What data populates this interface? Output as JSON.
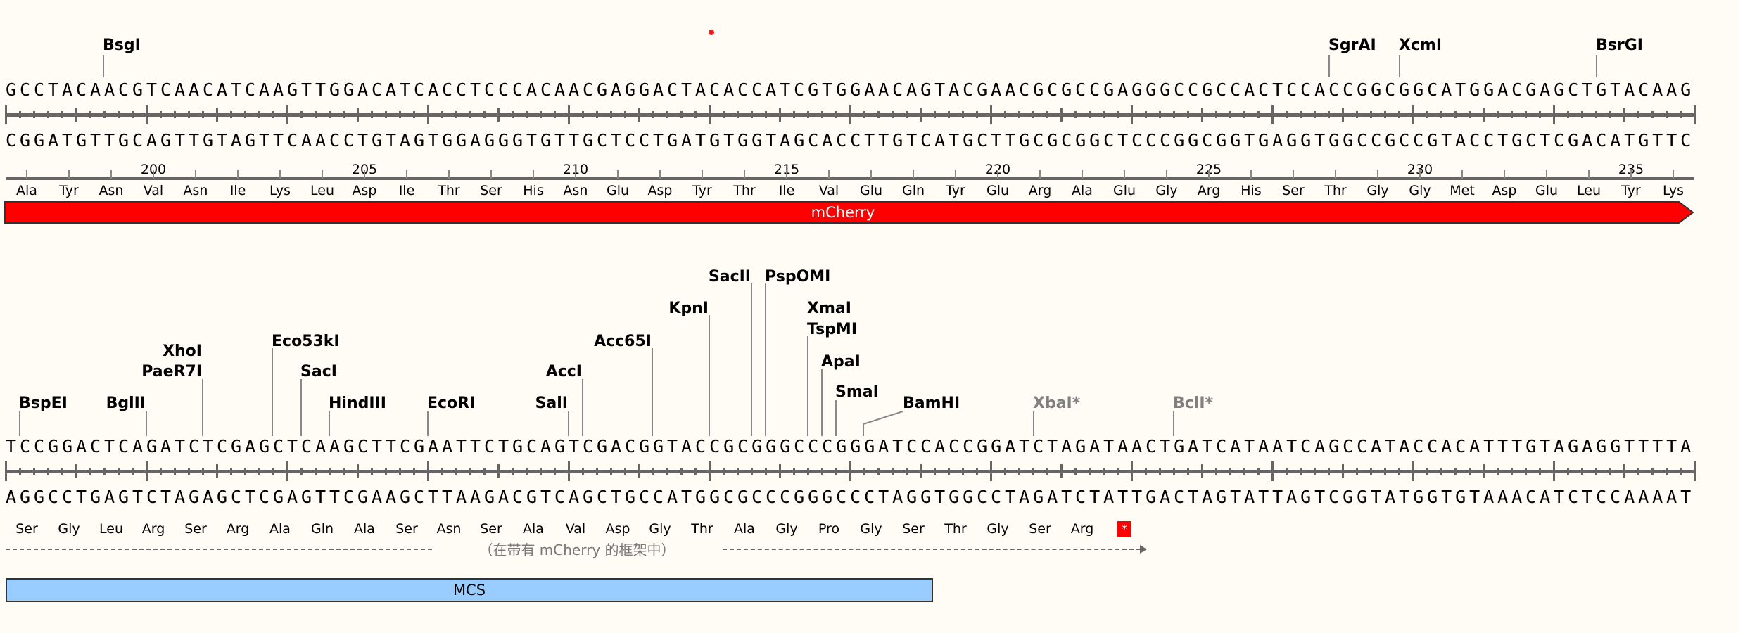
{
  "colors": {
    "background": "#fffcf5",
    "mcherry": "#ff0000",
    "mcs": "#99ccff",
    "stop": "#ff0000",
    "dot": "#e82020"
  },
  "row1": {
    "top_enzymes": [
      "BsgI",
      "SgrAI",
      "XcmI",
      "BsrGI"
    ],
    "sequence": "GCCTACAACGTCAACATCAAGTTGGACATCACCTCCCACAACGAGGACTACACCATCGTGGAACAGTACGAACGCGCCGAGGGCCGCCACTCCACCGGCGGCATGGACGAGCTGTACAAG",
    "complement": "CGGATGTTGCAGTTGTAGTTCAACCTGTAGTGGAGGGTGTTGCTCCTGATGTGGTAGCACCTTGTCATGCTTGCGCGGCTCCCGGCGGTGAGGTGGCCGCCGTACCTGCTCGACATGTTC",
    "aa_numbers": [
      "200",
      "205",
      "210",
      "215",
      "220",
      "225",
      "230",
      "235"
    ],
    "amino_acids": [
      "Ala",
      "Tyr",
      "Asn",
      "Val",
      "Asn",
      "Ile",
      "Lys",
      "Leu",
      "Asp",
      "Ile",
      "Thr",
      "Ser",
      "His",
      "Asn",
      "Glu",
      "Asp",
      "Tyr",
      "Thr",
      "Ile",
      "Val",
      "Glu",
      "Gln",
      "Tyr",
      "Glu",
      "Arg",
      "Ala",
      "Glu",
      "Gly",
      "Arg",
      "His",
      "Ser",
      "Thr",
      "Gly",
      "Gly",
      "Met",
      "Asp",
      "Glu",
      "Leu",
      "Tyr",
      "Lys"
    ],
    "feature_label": "mCherry"
  },
  "row2": {
    "enzymes": [
      "BspEI",
      "BglII",
      "PaeR7I",
      "XhoI",
      "Eco53kI",
      "SacI",
      "HindIII",
      "EcoRI",
      "SalI",
      "AccI",
      "Acc65I",
      "KpnI",
      "SacII",
      "PspOMI",
      "XmaI",
      "TspMI",
      "ApaI",
      "SmaI",
      "BamHI",
      "XbaI*",
      "BclI*"
    ],
    "sequence": "TCCGGACTCAGATCTCGAGCTCAAGCTTCGAATTCTGCAGTCGACGGTACCGCGGGCCCGGGATCCACCGGATCTAGATAACTGATCATAATCAGCCATACCACATTTGTAGAGGTTTTA",
    "complement": "AGGCCTGAGTCTAGAGCTCGAGTTCGAAGCTTAAGACGTCAGCTGCCATGGCGCCCGGGCCCTAGGTGGCCTAGATCTATTGACTAGTATTAGTCGGTATGGTGTAAACATCTCCAAAAT",
    "amino_acids": [
      "Ser",
      "Gly",
      "Leu",
      "Arg",
      "Ser",
      "Arg",
      "Ala",
      "Gln",
      "Ala",
      "Ser",
      "Asn",
      "Ser",
      "Ala",
      "Val",
      "Asp",
      "Gly",
      "Thr",
      "Ala",
      "Gly",
      "Pro",
      "Gly",
      "Ser",
      "Thr",
      "Gly",
      "Ser",
      "Arg"
    ],
    "stop_symbol": "*",
    "frame_note": "（在带有 mCherry 的框架中）",
    "feature_label": "MCS"
  }
}
